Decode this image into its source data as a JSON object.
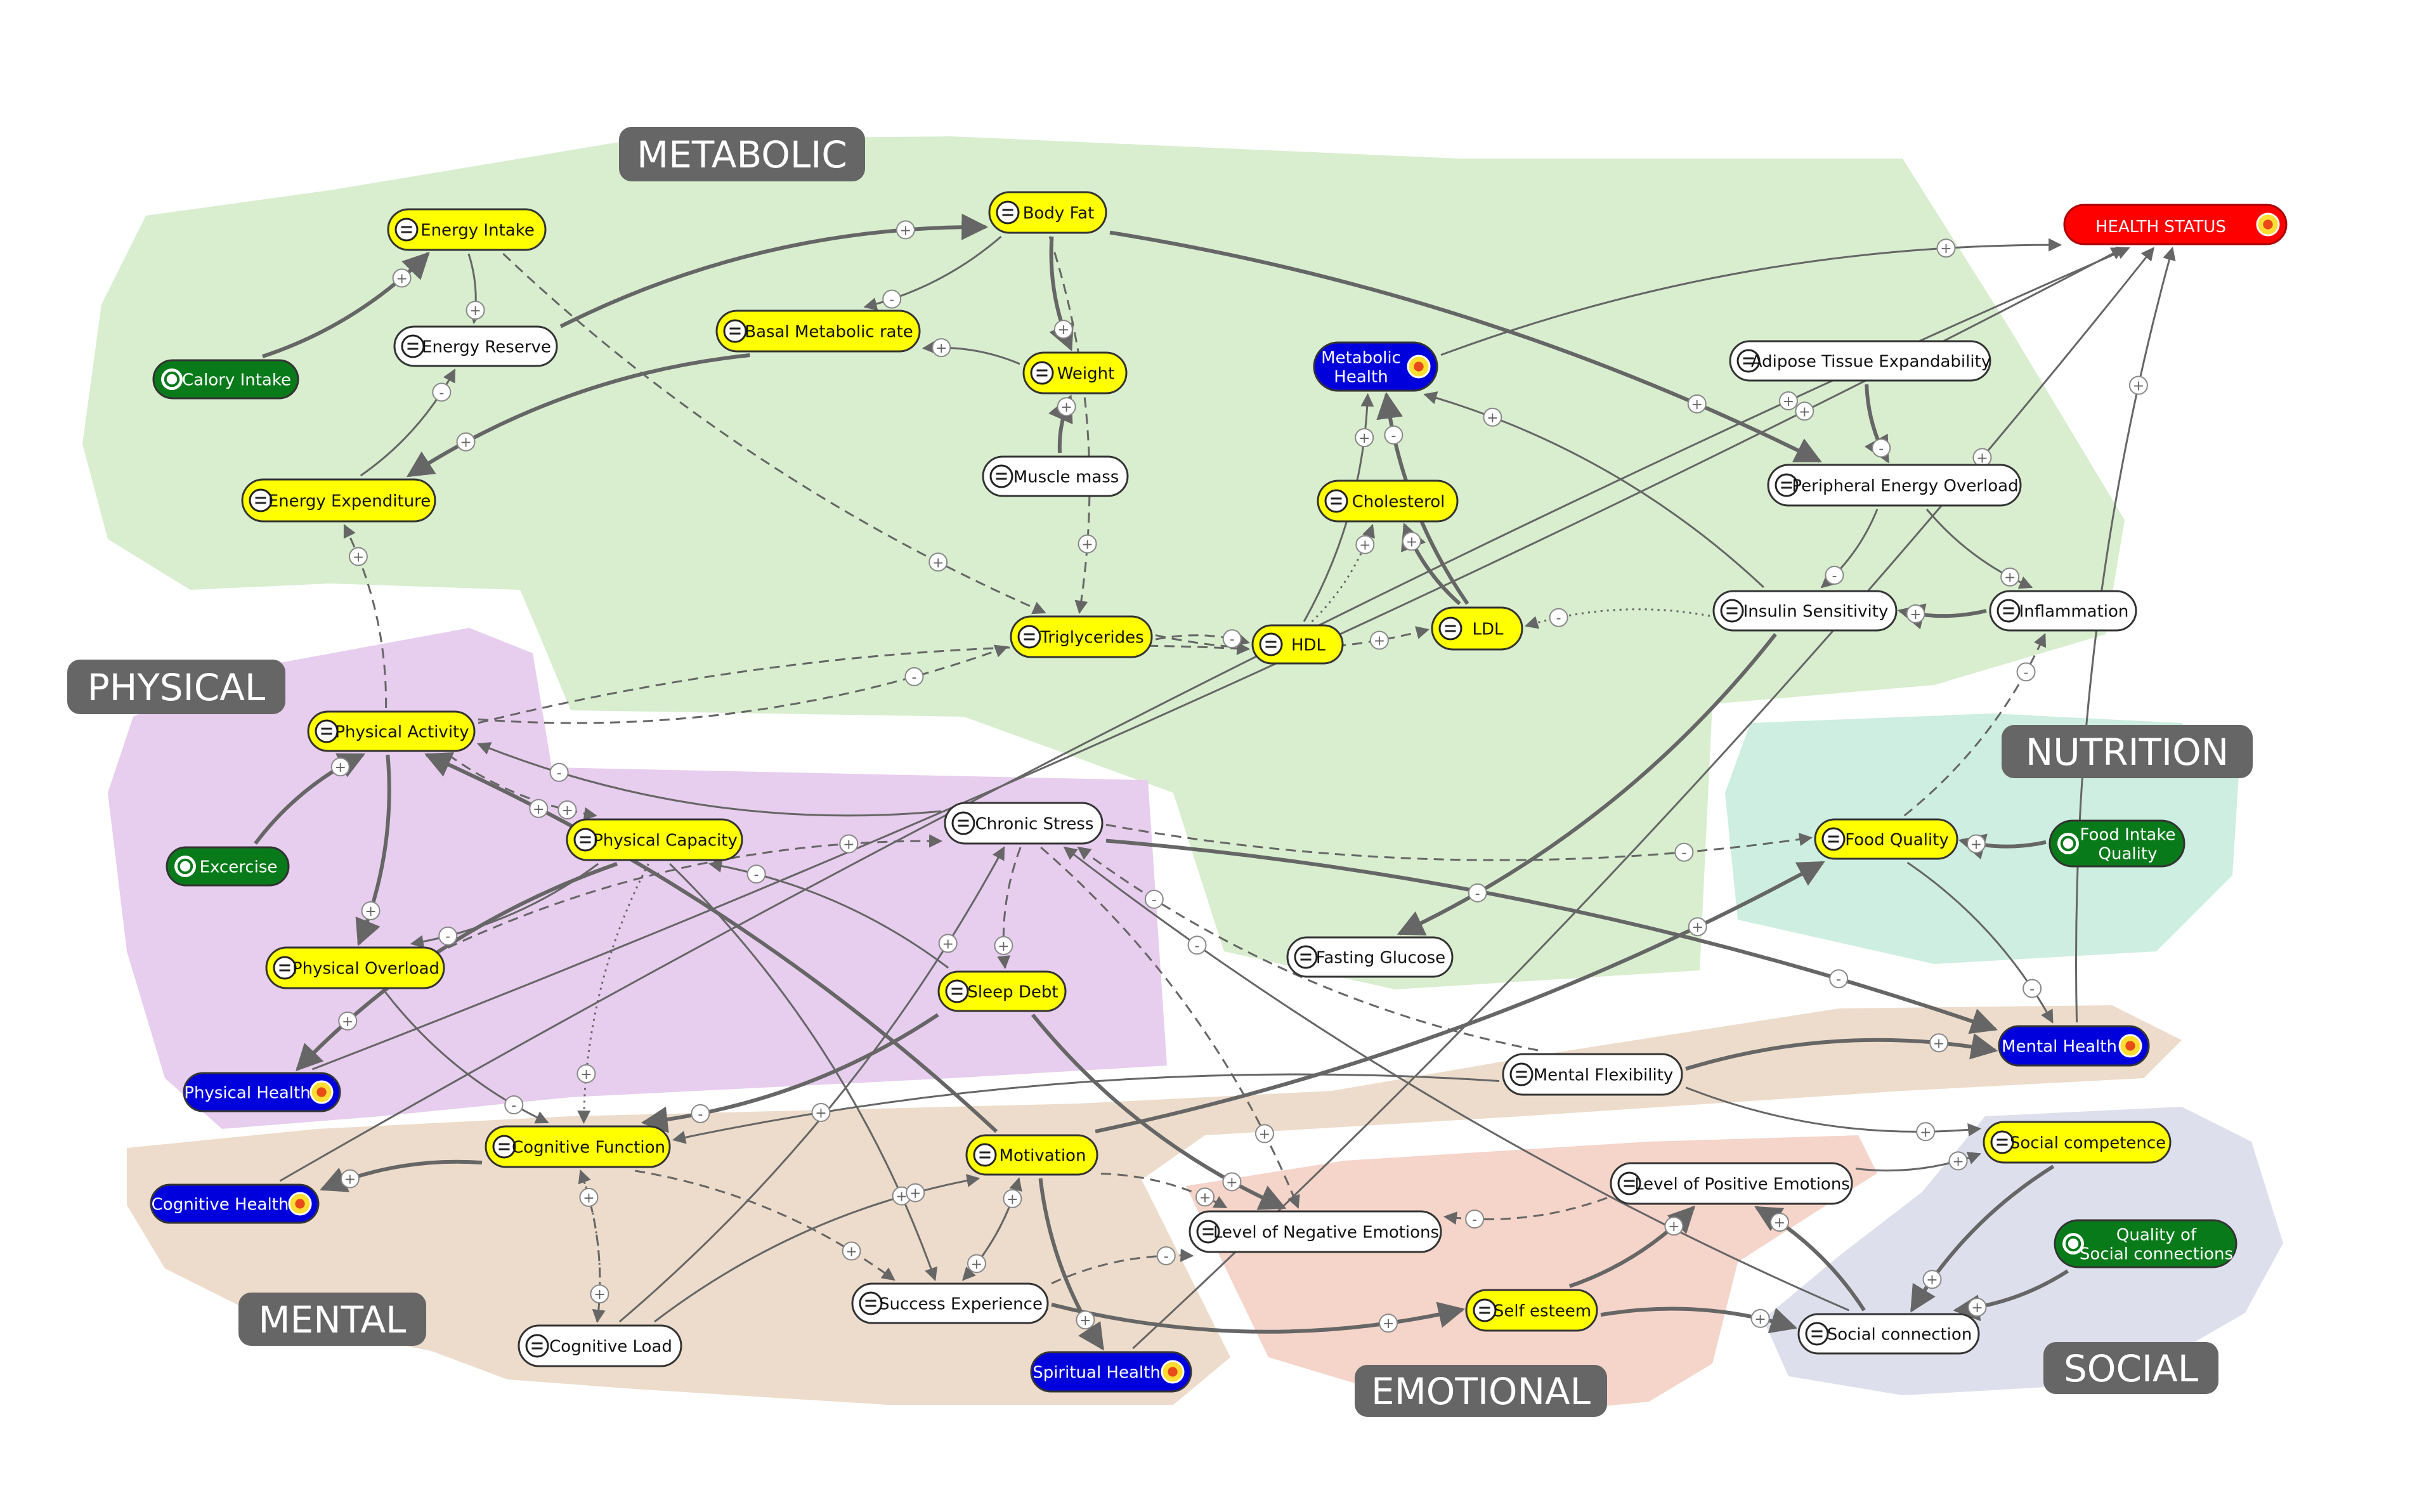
{
  "colors": {
    "metabolic": "#d8eecf",
    "physical": "#e7cdee",
    "nutrition": "#cdeee0",
    "mental": "#eddccb",
    "emotional": "#f5d4ca",
    "social": "#dde0ec",
    "auxiliary": "#ffff00",
    "stock": "#ffffff",
    "exogenous": "#087a1a",
    "health": "#0000dd",
    "target": "#ff0000"
  },
  "zones": [
    {
      "id": "metabolic",
      "label": "METABOLIC"
    },
    {
      "id": "physical",
      "label": "PHYSICAL"
    },
    {
      "id": "nutrition",
      "label": "NUTRITION"
    },
    {
      "id": "mental",
      "label": "MENTAL"
    },
    {
      "id": "emotional",
      "label": "EMOTIONAL"
    },
    {
      "id": "social",
      "label": "SOCIAL"
    }
  ],
  "nodes": [
    {
      "id": "energy_intake",
      "label": "Energy Intake",
      "kind": "auxiliary",
      "icon": "equals-icon"
    },
    {
      "id": "body_fat",
      "label": "Body Fat",
      "kind": "auxiliary",
      "icon": "equals-icon"
    },
    {
      "id": "health_status",
      "label": "HEALTH STATUS",
      "kind": "target",
      "icon": "sun-icon"
    },
    {
      "id": "energy_reserve",
      "label": "Energy Reserve",
      "kind": "stock",
      "icon": "equals-icon"
    },
    {
      "id": "basal_metabolic_rate",
      "label": "Basal Metabolic rate",
      "kind": "auxiliary",
      "icon": "equals-icon"
    },
    {
      "id": "weight",
      "label": "Weight",
      "kind": "auxiliary",
      "icon": "equals-icon"
    },
    {
      "id": "calory_intake",
      "label": "Calory Intake",
      "kind": "exogenous",
      "icon": "gear-icon"
    },
    {
      "id": "metabolic_health",
      "label": "Metabolic\nHealth",
      "kind": "health",
      "icon": "sun-icon"
    },
    {
      "id": "adipose",
      "label": "Adipose Tissue Expandability",
      "kind": "stock",
      "icon": "equals-icon"
    },
    {
      "id": "muscle_mass",
      "label": "Muscle mass",
      "kind": "stock",
      "icon": "equals-icon"
    },
    {
      "id": "peripheral",
      "label": "Peripheral Energy Overload",
      "kind": "stock",
      "icon": "equals-icon"
    },
    {
      "id": "energy_expenditure",
      "label": "Energy Expenditure",
      "kind": "auxiliary",
      "icon": "equals-icon"
    },
    {
      "id": "cholesterol",
      "label": "Cholesterol",
      "kind": "auxiliary",
      "icon": "equals-icon"
    },
    {
      "id": "insulin_sensitivity",
      "label": "Insulin Sensitivity",
      "kind": "stock",
      "icon": "equals-icon"
    },
    {
      "id": "inflammation",
      "label": "Inflammation",
      "kind": "stock",
      "icon": "equals-icon"
    },
    {
      "id": "ldl",
      "label": "LDL",
      "kind": "auxiliary",
      "icon": "equals-icon"
    },
    {
      "id": "triglycerides",
      "label": "Triglycerides",
      "kind": "auxiliary",
      "icon": "equals-icon"
    },
    {
      "id": "hdl",
      "label": "HDL",
      "kind": "auxiliary",
      "icon": "equals-icon"
    },
    {
      "id": "physical_activity",
      "label": "Physical Activity",
      "kind": "auxiliary",
      "icon": "equals-icon"
    },
    {
      "id": "chronic_stress",
      "label": "Chronic Stress",
      "kind": "stock",
      "icon": "equals-icon"
    },
    {
      "id": "physical_capacity",
      "label": "Physical Capacity",
      "kind": "auxiliary",
      "icon": "equals-icon"
    },
    {
      "id": "food_quality",
      "label": "Food Quality",
      "kind": "auxiliary",
      "icon": "equals-icon"
    },
    {
      "id": "food_intake_quality",
      "label": "Food Intake\nQuality",
      "kind": "exogenous",
      "icon": "gear-icon"
    },
    {
      "id": "excercise",
      "label": "Excercise",
      "kind": "exogenous",
      "icon": "gear-icon"
    },
    {
      "id": "sleep_debt",
      "label": "Sleep Debt",
      "kind": "auxiliary",
      "icon": "equals-icon"
    },
    {
      "id": "fasting_glucose",
      "label": "Fasting Glucose",
      "kind": "stock",
      "icon": "equals-icon"
    },
    {
      "id": "physical_overload",
      "label": "Physical Overload",
      "kind": "auxiliary",
      "icon": "equals-icon"
    },
    {
      "id": "mental_health",
      "label": "Mental Health",
      "kind": "health",
      "icon": "sun-icon"
    },
    {
      "id": "mental_flexibility",
      "label": "Mental Flexibility",
      "kind": "stock",
      "icon": "equals-icon"
    },
    {
      "id": "physical_health",
      "label": "Physical Health",
      "kind": "health",
      "icon": "sun-icon"
    },
    {
      "id": "cognitive_function",
      "label": "Cognitive Function",
      "kind": "auxiliary",
      "icon": "equals-icon"
    },
    {
      "id": "motivation",
      "label": "Motivation",
      "kind": "auxiliary",
      "icon": "equals-icon"
    },
    {
      "id": "social_competence",
      "label": "Social competence",
      "kind": "auxiliary",
      "icon": "equals-icon"
    },
    {
      "id": "positive_emotions",
      "label": "Level of Positive Emotions",
      "kind": "stock",
      "icon": "equals-icon"
    },
    {
      "id": "cognitive_health",
      "label": "Cognitive Health",
      "kind": "health",
      "icon": "sun-icon"
    },
    {
      "id": "negative_emotions",
      "label": "Level of Negative Emotions",
      "kind": "stock",
      "icon": "equals-icon"
    },
    {
      "id": "quality_social",
      "label": "Quality of\nSocial connections",
      "kind": "exogenous",
      "icon": "gear-icon"
    },
    {
      "id": "success_experience",
      "label": "Success Experience",
      "kind": "stock",
      "icon": "equals-icon"
    },
    {
      "id": "self_esteem",
      "label": "Self esteem",
      "kind": "auxiliary",
      "icon": "equals-icon"
    },
    {
      "id": "social_connection",
      "label": "Social connection",
      "kind": "stock",
      "icon": "equals-icon"
    },
    {
      "id": "cognitive_load",
      "label": "Cognitive Load",
      "kind": "stock",
      "icon": "equals-icon"
    },
    {
      "id": "spiritual_health",
      "label": "Spiritual Health",
      "kind": "health",
      "icon": "sun-icon"
    }
  ],
  "links": [
    {
      "from": "calory_intake",
      "to": "energy_intake",
      "sign": "+",
      "style": "thick"
    },
    {
      "from": "energy_intake",
      "to": "energy_reserve",
      "sign": "+",
      "style": "thin"
    },
    {
      "from": "energy_expenditure",
      "to": "energy_reserve",
      "sign": "-",
      "style": "thin"
    },
    {
      "from": "energy_reserve",
      "to": "body_fat",
      "sign": "+",
      "style": "thick"
    },
    {
      "from": "body_fat",
      "to": "weight",
      "sign": "+",
      "style": "thick"
    },
    {
      "from": "muscle_mass",
      "to": "weight",
      "sign": "+",
      "style": "thick"
    },
    {
      "from": "weight",
      "to": "basal_metabolic_rate",
      "sign": "+",
      "style": "thin"
    },
    {
      "from": "body_fat",
      "to": "basal_metabolic_rate",
      "sign": "-",
      "style": "thin"
    },
    {
      "from": "basal_metabolic_rate",
      "to": "energy_expenditure",
      "sign": "+",
      "style": "thick"
    },
    {
      "from": "body_fat",
      "to": "peripheral",
      "sign": "+",
      "style": "thick"
    },
    {
      "from": "adipose",
      "to": "peripheral",
      "sign": "-",
      "style": "thick"
    },
    {
      "from": "peripheral",
      "to": "insulin_sensitivity",
      "sign": "-",
      "style": "thin"
    },
    {
      "from": "peripheral",
      "to": "inflammation",
      "sign": "+",
      "style": "thin"
    },
    {
      "from": "inflammation",
      "to": "insulin_sensitivity",
      "sign": "+",
      "style": "thick"
    },
    {
      "from": "insulin_sensitivity",
      "to": "ldl",
      "sign": "-",
      "style": "dotted"
    },
    {
      "from": "insulin_sensitivity",
      "to": "fasting_glucose",
      "sign": "-",
      "style": "thick"
    },
    {
      "from": "insulin_sensitivity",
      "to": "metabolic_health",
      "sign": "+",
      "style": "thin"
    },
    {
      "from": "ldl",
      "to": "cholesterol",
      "sign": "+",
      "style": "thick"
    },
    {
      "from": "hdl",
      "to": "cholesterol",
      "sign": "+",
      "style": "dotted"
    },
    {
      "from": "ldl",
      "to": "metabolic_health",
      "sign": "-",
      "style": "thick"
    },
    {
      "from": "hdl",
      "to": "metabolic_health",
      "sign": "+",
      "style": "thin"
    },
    {
      "from": "triglycerides",
      "to": "hdl",
      "sign": "-",
      "style": "dashed"
    },
    {
      "from": "triglycerides",
      "to": "ldl",
      "sign": "+",
      "style": "dashed"
    },
    {
      "from": "body_fat",
      "to": "triglycerides",
      "sign": "+",
      "style": "dashed"
    },
    {
      "from": "energy_intake",
      "to": "triglycerides",
      "sign": "+",
      "style": "dashed"
    },
    {
      "from": "metabolic_health",
      "to": "health_status",
      "sign": "+",
      "style": "thin"
    },
    {
      "from": "physical_activity",
      "to": "triglycerides",
      "sign": "-",
      "style": "dashed"
    },
    {
      "from": "physical_activity",
      "to": "hdl",
      "sign": "+",
      "style": "dashed"
    },
    {
      "from": "physical_activity",
      "to": "energy_expenditure",
      "sign": "+",
      "style": "dashed"
    },
    {
      "from": "physical_activity",
      "to": "physical_overload",
      "sign": "+",
      "style": "thick"
    },
    {
      "from": "physical_activity",
      "to": "physical_capacity",
      "sign": "+",
      "style": "dashed"
    },
    {
      "from": "excercise",
      "to": "physical_activity",
      "sign": "+",
      "style": "thick"
    },
    {
      "from": "physical_capacity",
      "to": "physical_health",
      "sign": "+",
      "style": "thick"
    },
    {
      "from": "physical_capacity",
      "to": "physical_overload",
      "sign": "-",
      "style": "thin"
    },
    {
      "from": "physical_capacity",
      "to": "cognitive_function",
      "sign": "+",
      "style": "dotted"
    },
    {
      "from": "physical_capacity",
      "to": "success_experience",
      "sign": "+",
      "style": "thin"
    },
    {
      "from": "motivation",
      "to": "physical_activity",
      "sign": "+",
      "style": "thick"
    },
    {
      "from": "chronic_stress",
      "to": "physical_activity",
      "sign": "-",
      "style": "thin"
    },
    {
      "from": "chronic_stress",
      "to": "sleep_debt",
      "sign": "+",
      "style": "dashed"
    },
    {
      "from": "chronic_stress",
      "to": "mental_health",
      "sign": "-",
      "style": "thick"
    },
    {
      "from": "chronic_stress",
      "to": "food_quality",
      "sign": "-",
      "style": "dashed"
    },
    {
      "from": "chronic_stress",
      "to": "negative_emotions",
      "sign": "+",
      "style": "dashed"
    },
    {
      "from": "sleep_debt",
      "to": "physical_capacity",
      "sign": "-",
      "style": "thin"
    },
    {
      "from": "sleep_debt",
      "to": "cognitive_function",
      "sign": "-",
      "style": "thick"
    },
    {
      "from": "sleep_debt",
      "to": "negative_emotions",
      "sign": "+",
      "style": "thick"
    },
    {
      "from": "food_intake_quality",
      "to": "food_quality",
      "sign": "+",
      "style": "thick"
    },
    {
      "from": "food_quality",
      "to": "inflammation",
      "sign": "-",
      "style": "dashed"
    },
    {
      "from": "food_quality",
      "to": "mental_health",
      "sign": "-",
      "style": "thin"
    },
    {
      "from": "motivation",
      "to": "food_quality",
      "sign": "+",
      "style": "thick"
    },
    {
      "from": "mental_flexibility",
      "to": "mental_health",
      "sign": "+",
      "style": "thick"
    },
    {
      "from": "mental_flexibility",
      "to": "social_competence",
      "sign": "+",
      "style": "thin"
    },
    {
      "from": "mental_flexibility",
      "to": "chronic_stress",
      "sign": "-",
      "style": "dashed"
    },
    {
      "from": "mental_flexibility",
      "to": "cognitive_function",
      "sign": "+",
      "style": "thin"
    },
    {
      "from": "mental_health",
      "to": "health_status",
      "sign": "+",
      "style": "thin"
    },
    {
      "from": "physical_overload",
      "to": "cognitive_function",
      "sign": "-",
      "style": "thin"
    },
    {
      "from": "physical_overload",
      "to": "chronic_stress",
      "sign": "+",
      "style": "dashed"
    },
    {
      "from": "cognitive_function",
      "to": "cognitive_health",
      "sign": "+",
      "style": "thick"
    },
    {
      "from": "cognitive_function",
      "to": "cognitive_load",
      "sign": "+",
      "style": "dashed"
    },
    {
      "from": "cognitive_load",
      "to": "cognitive_function",
      "sign": "+",
      "style": "dotted"
    },
    {
      "from": "cognitive_load",
      "to": "motivation",
      "sign": "+",
      "style": "thin"
    },
    {
      "from": "cognitive_load",
      "to": "chronic_stress",
      "sign": "+",
      "style": "thin"
    },
    {
      "from": "cognitive_function",
      "to": "success_experience",
      "sign": "+",
      "style": "dashed"
    },
    {
      "from": "success_experience",
      "to": "motivation",
      "sign": "+",
      "style": "thin"
    },
    {
      "from": "motivation",
      "to": "success_experience",
      "sign": "+",
      "style": "dashed"
    },
    {
      "from": "success_experience",
      "to": "self_esteem",
      "sign": "+",
      "style": "thick"
    },
    {
      "from": "success_experience",
      "to": "negative_emotions",
      "sign": "-",
      "style": "dashed"
    },
    {
      "from": "motivation",
      "to": "spiritual_health",
      "sign": "+",
      "style": "thick"
    },
    {
      "from": "motivation",
      "to": "negative_emotions",
      "sign": "+",
      "style": "dashed"
    },
    {
      "from": "self_esteem",
      "to": "positive_emotions",
      "sign": "+",
      "style": "thick"
    },
    {
      "from": "self_esteem",
      "to": "social_connection",
      "sign": "+",
      "style": "thick"
    },
    {
      "from": "positive_emotions",
      "to": "social_competence",
      "sign": "+",
      "style": "thin"
    },
    {
      "from": "positive_emotions",
      "to": "negative_emotions",
      "sign": "-",
      "style": "dashed"
    },
    {
      "from": "social_competence",
      "to": "social_connection",
      "sign": "+",
      "style": "thick"
    },
    {
      "from": "quality_social",
      "to": "social_connection",
      "sign": "+",
      "style": "thick"
    },
    {
      "from": "social_connection",
      "to": "positive_emotions",
      "sign": "+",
      "style": "thick"
    },
    {
      "from": "social_connection",
      "to": "chronic_stress",
      "sign": "-",
      "style": "thin"
    },
    {
      "from": "physical_health",
      "to": "health_status",
      "sign": "+",
      "style": "thin"
    },
    {
      "from": "cognitive_health",
      "to": "health_status",
      "sign": "+",
      "style": "thin"
    },
    {
      "from": "spiritual_health",
      "to": "health_status",
      "sign": "+",
      "style": "thin"
    }
  ]
}
